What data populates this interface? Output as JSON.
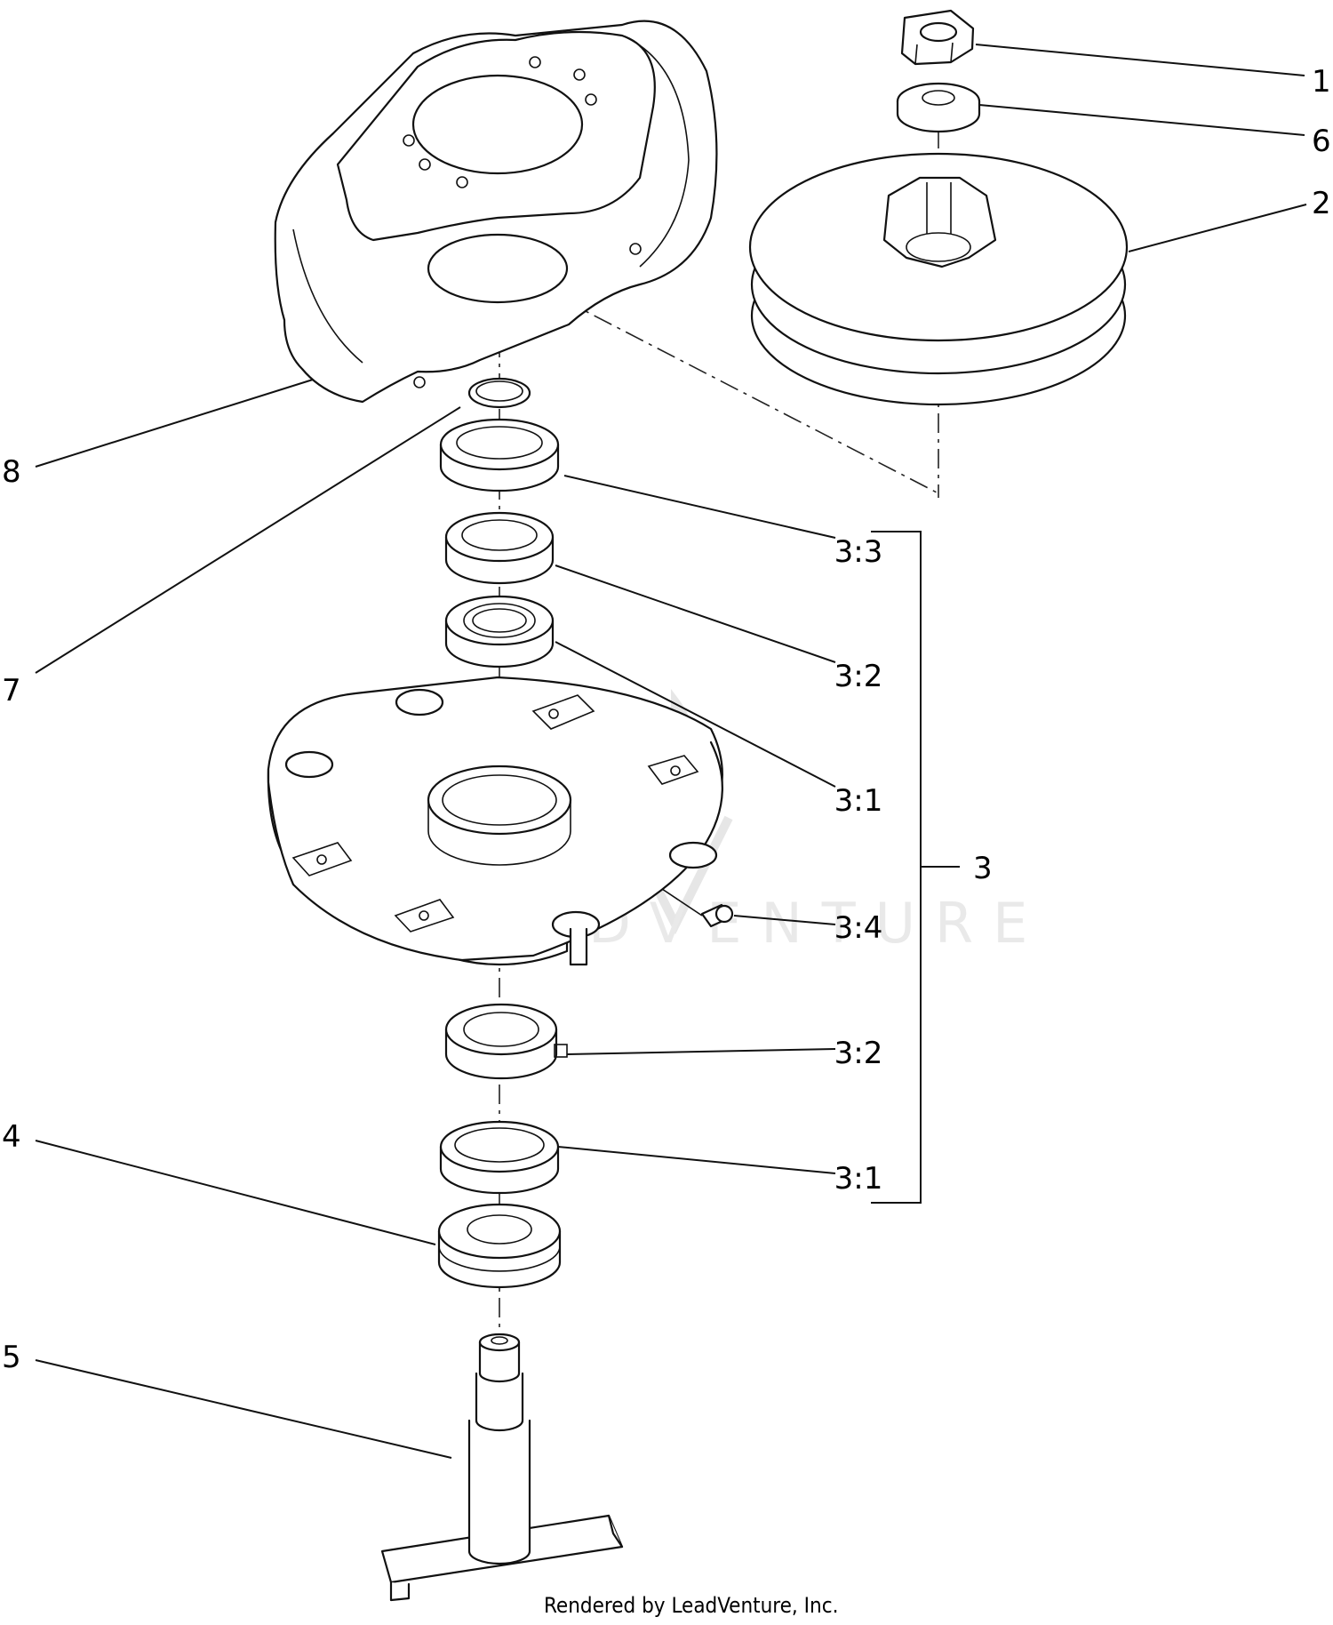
{
  "diagram": {
    "callouts": [
      {
        "id": "1",
        "label": "1"
      },
      {
        "id": "6",
        "label": "6"
      },
      {
        "id": "2",
        "label": "2"
      },
      {
        "id": "8",
        "label": "8"
      },
      {
        "id": "3-3",
        "label": "3:3"
      },
      {
        "id": "7",
        "label": "7"
      },
      {
        "id": "3-2-top",
        "label": "3:2"
      },
      {
        "id": "3-1-top",
        "label": "3:1"
      },
      {
        "id": "3",
        "label": "3"
      },
      {
        "id": "3-4",
        "label": "3:4"
      },
      {
        "id": "3-2-bottom",
        "label": "3:2"
      },
      {
        "id": "4",
        "label": "4"
      },
      {
        "id": "3-1-bottom",
        "label": "3:1"
      },
      {
        "id": "5",
        "label": "5"
      }
    ],
    "footer": "Rendered by LeadVenture, Inc.",
    "watermark": "LEADVENTURE"
  }
}
